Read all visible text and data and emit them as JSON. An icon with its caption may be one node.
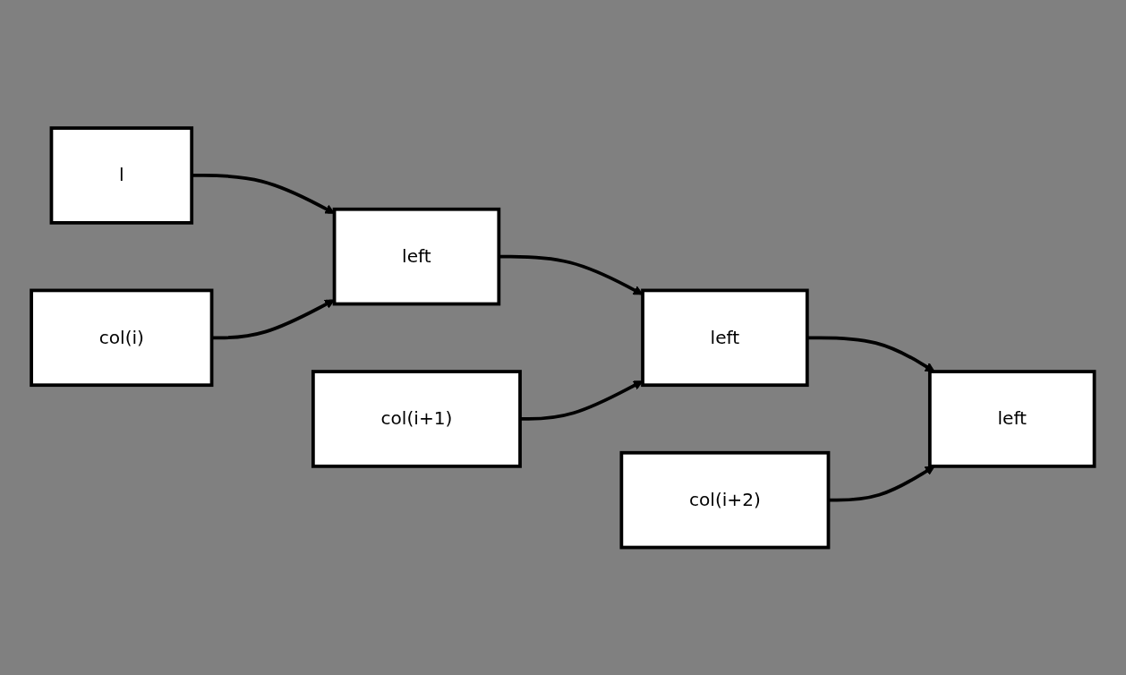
{
  "diagram": {
    "nodes": [
      {
        "text": [
          "l"
        ]
      },
      {
        "text": [
          "left"
        ]
      },
      {
        "text": [
          "left"
        ]
      },
      {
        "text": [
          "left"
        ]
      },
      {
        "text": [
          "col(i)"
        ]
      },
      {
        "text": [
          "col(i+1)"
        ]
      },
      {
        "text": [
          "col(i+2)"
        ]
      }
    ],
    "edges": [
      {
        "from": 0,
        "to": 1,
        "arrow": "to"
      },
      {
        "from": 4,
        "to": 1,
        "arrow": "to"
      },
      {
        "from": 1,
        "to": 2,
        "arrow": "to"
      },
      {
        "from": 5,
        "to": 2,
        "arrow": "to"
      },
      {
        "from": 2,
        "to": 3,
        "arrow": "to"
      },
      {
        "from": 6,
        "to": 3,
        "arrow": "to"
      }
    ]
  }
}
